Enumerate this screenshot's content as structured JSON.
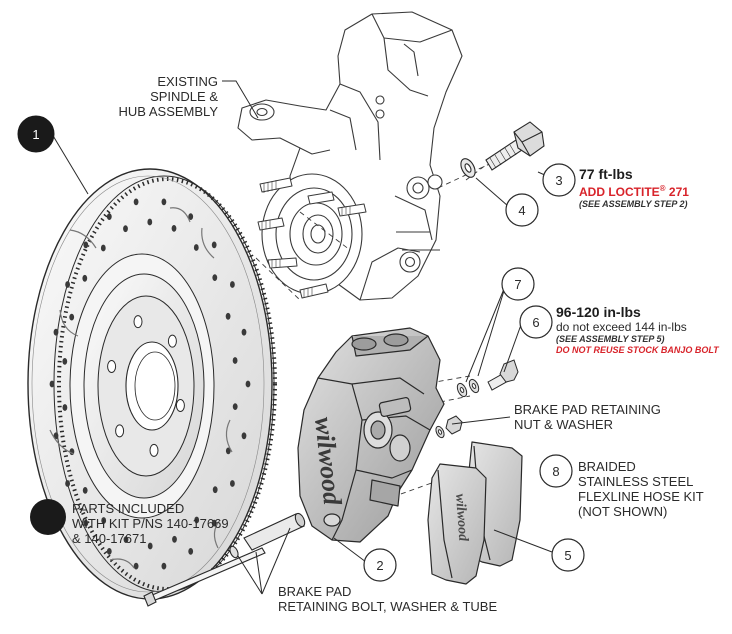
{
  "labels": {
    "spindle": [
      "EXISTING",
      "SPINDLE &",
      "HUB ASSEMBLY"
    ],
    "pad_nut": [
      "BRAKE PAD RETAINING",
      "NUT & WASHER"
    ],
    "braided": [
      "BRAIDED",
      "STAINLESS STEEL",
      "FLEXLINE HOSE KIT",
      "(NOT SHOWN)"
    ],
    "pad_bolt": [
      "BRAKE PAD",
      "RETAINING BOLT, WASHER & TUBE"
    ],
    "parts_included": [
      "PARTS INCLUDED",
      "WITH KIT P/NS 140-17669",
      "& 140-17671"
    ]
  },
  "callouts": {
    "c1": "1",
    "c2": "2",
    "c3": "3",
    "c4": "4",
    "c5": "5",
    "c6": "6",
    "c7": "7",
    "c8": "8"
  },
  "spec3": {
    "torque": "77 ft-lbs",
    "loctite_prefix": "ADD LOCTITE",
    "loctite_reg": "®",
    "loctite_suffix": " 271",
    "note": "(SEE ASSEMBLY STEP 2)"
  },
  "spec6": {
    "torque": "96-120 in-lbs",
    "limit": "do not exceed 144 in-lbs",
    "note": "(SEE ASSEMBLY STEP 5)",
    "warning": "DO NOT REUSE STOCK BANJO BOLT"
  },
  "brand": {
    "caliper_text": "wilwood",
    "pad_text": "wilwood"
  },
  "colors": {
    "line": "#2a2a2a",
    "warning": "#d8232a",
    "callout_fill": "#ffffff",
    "filled_callout": "#1a1a1a",
    "rotor_face": "#f2f2f2",
    "rotor_hat": "#dcdcdc",
    "caliper": "#c4c4c4",
    "pad": "#cfcfcf"
  }
}
